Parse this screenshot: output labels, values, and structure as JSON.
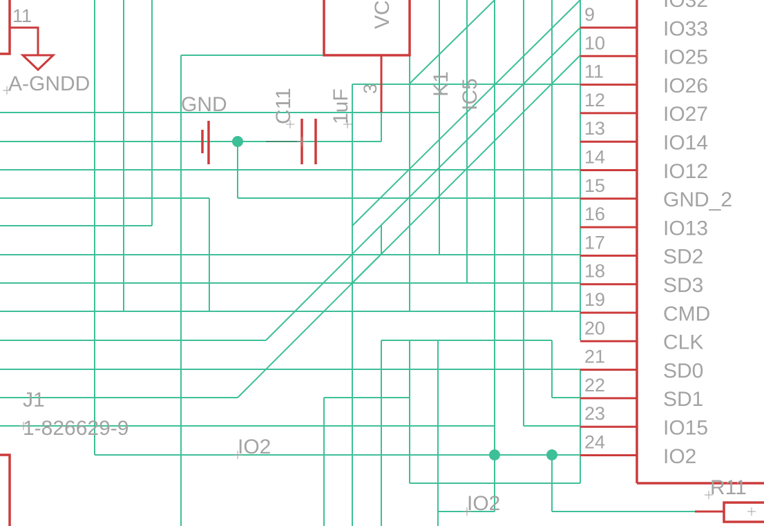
{
  "left_partial": {
    "pin_label": "11",
    "ground_label": "A-GNDD"
  },
  "j1": {
    "name": "J1",
    "value": "1-826629-9",
    "net_label": "IO2"
  },
  "gnd": {
    "label": "GND"
  },
  "c11": {
    "name": "C11",
    "value": "1uF"
  },
  "vreg": {
    "name_partial": "VC",
    "pin": "3"
  },
  "k1": {
    "name": "K1"
  },
  "ic5": {
    "name": "IC5"
  },
  "bottom_net_label": "IO2",
  "r11": {
    "name": "R11"
  },
  "header_pins": {
    "numbers": [
      "9",
      "10",
      "11",
      "12",
      "13",
      "14",
      "15",
      "16",
      "17",
      "18",
      "19",
      "20",
      "21",
      "22",
      "23",
      "24"
    ],
    "names": [
      "IO32",
      "IO33",
      "IO25",
      "IO26",
      "IO27",
      "IO14",
      "IO12",
      "GND_2",
      "IO13",
      "SD2",
      "SD3",
      "CMD",
      "CLK",
      "SD0",
      "SD1",
      "IO15",
      "IO2"
    ]
  }
}
